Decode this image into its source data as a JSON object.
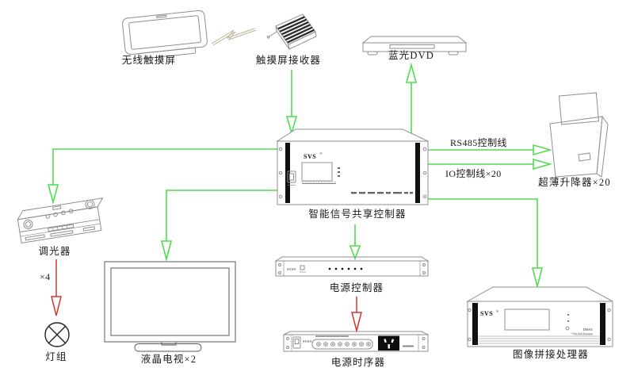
{
  "colors": {
    "connector_green": "#4ede4e",
    "connector_red": "#d23434",
    "device_line": "#8f8f8f",
    "text": "#1a1a1a"
  },
  "nodes": {
    "wireless_touchscreen": {
      "label": "无线触摸屏"
    },
    "touchscreen_receiver": {
      "label": "触摸屏接收器"
    },
    "bluray_dvd": {
      "label": "蓝光DVD"
    },
    "lifter": {
      "label": "超薄升降器×20"
    },
    "controller": {
      "label": "智能信号共享控制器",
      "brand": "SVS",
      "reg": "®"
    },
    "dimmer": {
      "label": "调光器",
      "multiplier": "×4"
    },
    "light_group": {
      "label": "灯组"
    },
    "lcd_tv": {
      "label": "液晶电视×2"
    },
    "power_controller": {
      "label": "电源控制器",
      "brand": "SVS®"
    },
    "power_sequencer": {
      "label": "电源时序器",
      "brand": "SVS®"
    },
    "video_wall_processor": {
      "label": "图像拼接处理器",
      "brand": "SVS",
      "reg": "®",
      "model": "D6001",
      "model_sub": "Video Wall Processor"
    }
  },
  "edges": {
    "rs485": {
      "label": "RS485控制线"
    },
    "io": {
      "label": "IO控制线×20"
    }
  }
}
